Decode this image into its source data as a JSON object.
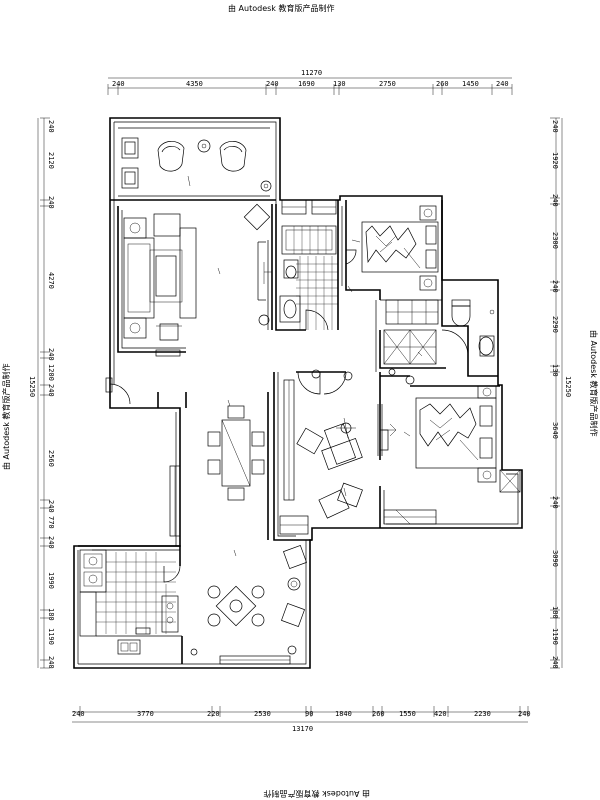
{
  "watermarks": {
    "top": "由 Autodesk 教育版产品制作",
    "bottom": "由 Autodesk 教育版产品制作",
    "left": "由 Autodesk 教育版产品制作",
    "right": "由 Autodesk 教育版产品制作"
  },
  "dimensions": {
    "top_total": "11270",
    "top": [
      "240",
      "4350",
      "240",
      "1690",
      "130",
      "2750",
      "260",
      "1450",
      "240"
    ],
    "bottom_total": "13170",
    "bottom": [
      "240",
      "3770",
      "220",
      "2530",
      "90",
      "1840",
      "260",
      "1550",
      "420",
      "2230",
      "240"
    ],
    "left_total": "15250",
    "left": [
      "240",
      "2120",
      "240",
      "4270",
      "240",
      "1200",
      "240",
      "2560",
      "240",
      "770",
      "240",
      "1990",
      "180",
      "1190",
      "240"
    ],
    "right_total": "15250",
    "right": [
      "240",
      "1920",
      "240",
      "2300",
      "240",
      "2290",
      "130",
      "3640",
      "240",
      "3090",
      "180",
      "1190",
      "240"
    ]
  }
}
